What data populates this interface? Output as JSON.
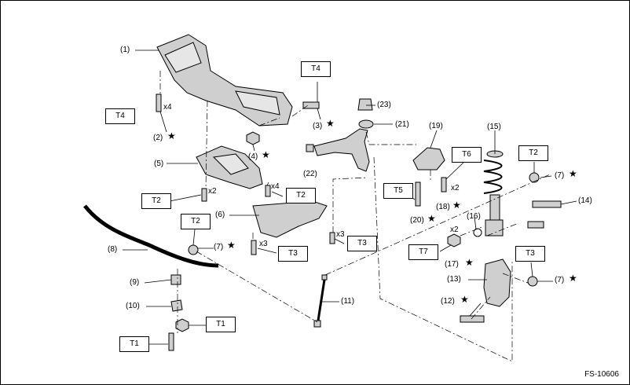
{
  "figure_id": "FS-10606",
  "star_symbol": "★",
  "parts": [
    {
      "id": "p1",
      "text": "(1)"
    },
    {
      "id": "p2",
      "text": "(2)"
    },
    {
      "id": "p3",
      "text": "(3)"
    },
    {
      "id": "p4",
      "text": "(4)"
    },
    {
      "id": "p5",
      "text": "(5)"
    },
    {
      "id": "p6",
      "text": "(6)"
    },
    {
      "id": "p7a",
      "text": "(7)"
    },
    {
      "id": "p7b",
      "text": "(7)"
    },
    {
      "id": "p7c",
      "text": "(7)"
    },
    {
      "id": "p8",
      "text": "(8)"
    },
    {
      "id": "p9",
      "text": "(9)"
    },
    {
      "id": "p10",
      "text": "(10)"
    },
    {
      "id": "p11",
      "text": "(11)"
    },
    {
      "id": "p12",
      "text": "(12)"
    },
    {
      "id": "p13",
      "text": "(13)"
    },
    {
      "id": "p14",
      "text": "(14)"
    },
    {
      "id": "p15",
      "text": "(15)"
    },
    {
      "id": "p16",
      "text": "(16)"
    },
    {
      "id": "p17",
      "text": "(17)"
    },
    {
      "id": "p18",
      "text": "(18)"
    },
    {
      "id": "p19",
      "text": "(19)"
    },
    {
      "id": "p20",
      "text": "(20)"
    },
    {
      "id": "p21",
      "text": "(21)"
    },
    {
      "id": "p22",
      "text": "(22)"
    },
    {
      "id": "p23",
      "text": "(23)"
    }
  ],
  "torque_boxes": [
    {
      "id": "t4a",
      "text": "T4"
    },
    {
      "id": "t4b",
      "text": "T4"
    },
    {
      "id": "t2a",
      "text": "T2"
    },
    {
      "id": "t2b",
      "text": "T2"
    },
    {
      "id": "t2c",
      "text": "T2"
    },
    {
      "id": "t2d",
      "text": "T2"
    },
    {
      "id": "t3a",
      "text": "T3"
    },
    {
      "id": "t3b",
      "text": "T3"
    },
    {
      "id": "t3c",
      "text": "T3"
    },
    {
      "id": "t1a",
      "text": "T1"
    },
    {
      "id": "t1b",
      "text": "T1"
    },
    {
      "id": "t5",
      "text": "T5"
    },
    {
      "id": "t6",
      "text": "T6"
    },
    {
      "id": "t7",
      "text": "T7"
    }
  ],
  "multipliers": [
    {
      "id": "m1",
      "text": "x4"
    },
    {
      "id": "m2",
      "text": "x2"
    },
    {
      "id": "m3",
      "text": "x4"
    },
    {
      "id": "m4",
      "text": "x3"
    },
    {
      "id": "m5",
      "text": "x3"
    },
    {
      "id": "m6",
      "text": "x2"
    },
    {
      "id": "m7",
      "text": "x2"
    }
  ]
}
